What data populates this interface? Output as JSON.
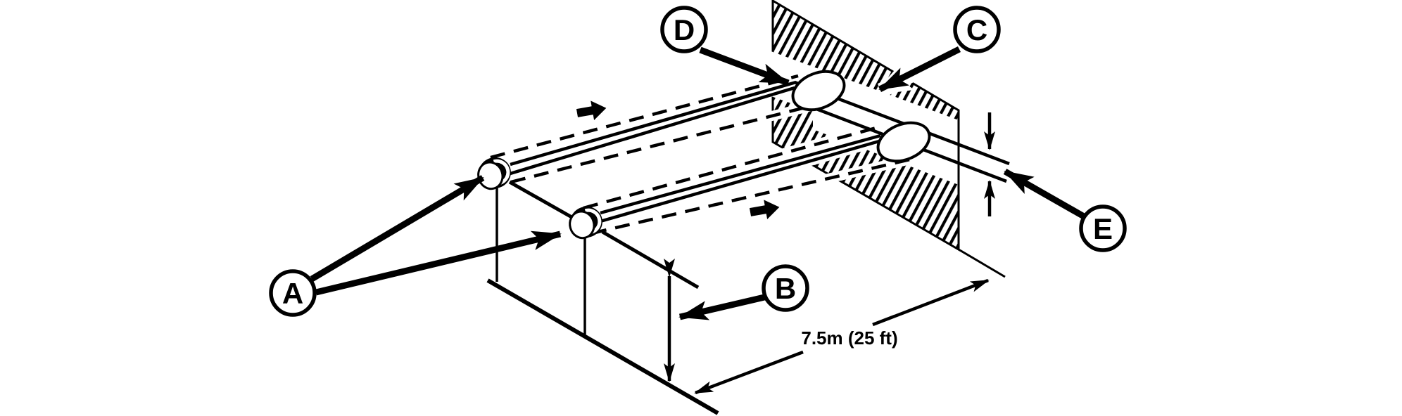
{
  "diagram": {
    "callouts": [
      {
        "id": "A",
        "label": "A"
      },
      {
        "id": "B",
        "label": "B"
      },
      {
        "id": "C",
        "label": "C"
      },
      {
        "id": "D",
        "label": "D"
      },
      {
        "id": "E",
        "label": "E"
      }
    ],
    "dimensions": {
      "distance_label": "7.5m (25 ft)"
    },
    "colors": {
      "ink": "#000000",
      "paper": "#ffffff"
    }
  }
}
